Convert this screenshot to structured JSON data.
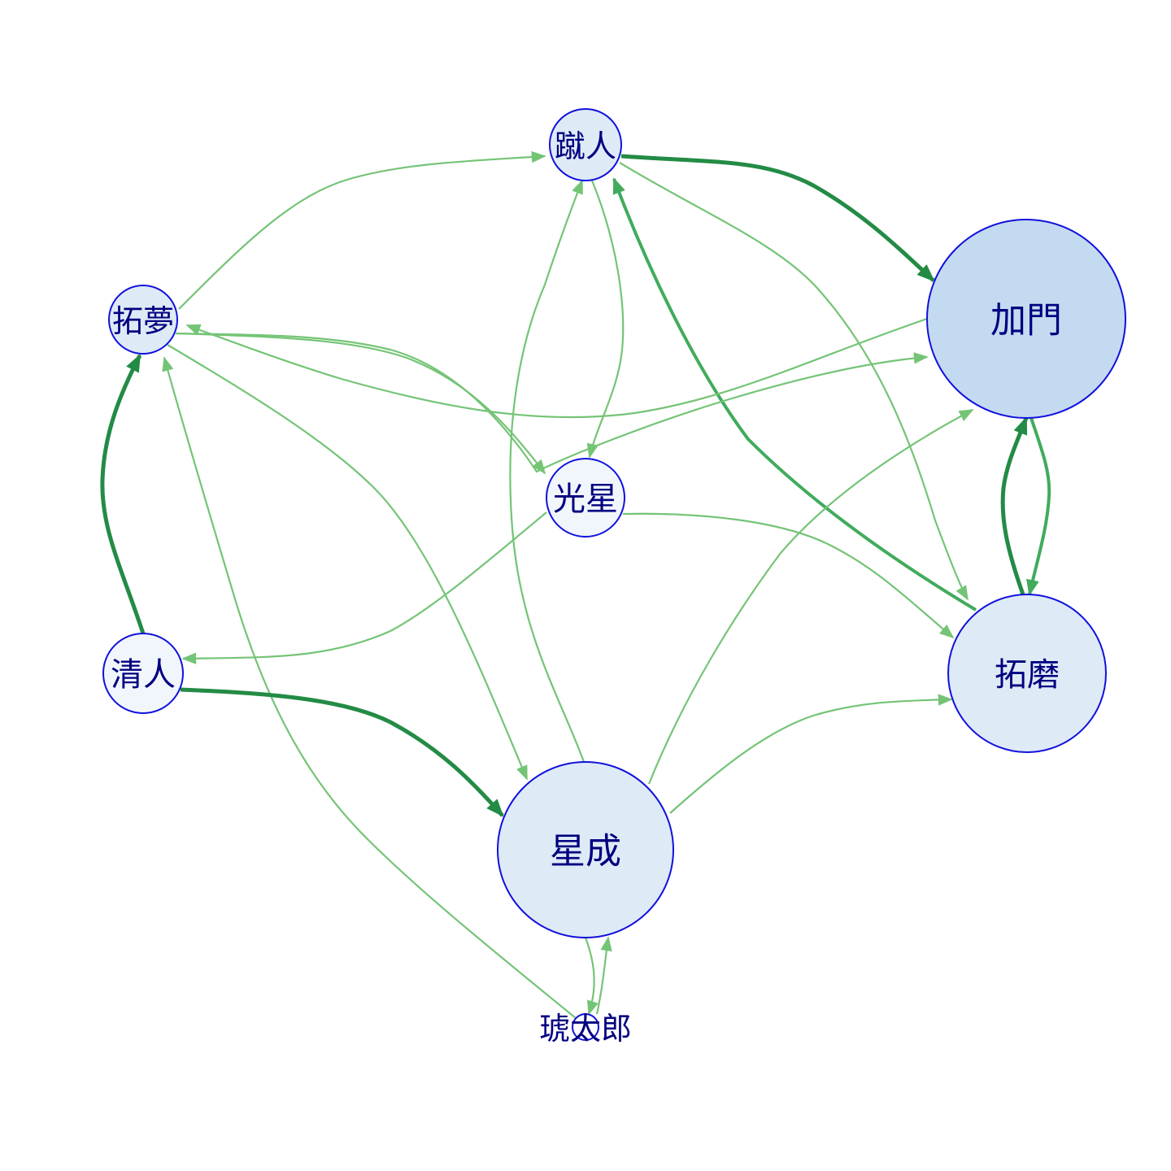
{
  "nodes": [
    {
      "id": "shuto",
      "label": "蹴人",
      "fill": "#deeaf6"
    },
    {
      "id": "kamon",
      "label": "加門",
      "fill": "#c4daf0"
    },
    {
      "id": "takumu",
      "label": "拓夢",
      "fill": "#deeaf6"
    },
    {
      "id": "kosei",
      "label": "光星",
      "fill": "#f1f6fc"
    },
    {
      "id": "kiyoto",
      "label": "清人",
      "fill": "#f1f6fc"
    },
    {
      "id": "takuma",
      "label": "拓磨",
      "fill": "#deeaf6"
    },
    {
      "id": "seinari",
      "label": "星成",
      "fill": "#deeaf6"
    },
    {
      "id": "kotaro",
      "label": "琥太郎",
      "fill": "#ffffff"
    }
  ],
  "edges": [
    {
      "from": "shuto",
      "to": "kamon",
      "weight": 3
    },
    {
      "from": "takumu",
      "to": "shuto",
      "weight": 1
    },
    {
      "from": "shuto",
      "to": "kosei",
      "weight": 1
    },
    {
      "from": "shuto",
      "to": "takuma",
      "weight": 1
    },
    {
      "from": "takuma",
      "to": "shuto",
      "weight": 2
    },
    {
      "from": "seinari",
      "to": "shuto",
      "weight": 1
    },
    {
      "from": "kamon",
      "to": "takumu",
      "weight": 1
    },
    {
      "from": "takumu",
      "to": "kamon",
      "weight": 1
    },
    {
      "from": "takumu",
      "to": "kosei",
      "weight": 1
    },
    {
      "from": "takumu",
      "to": "seinari",
      "weight": 1
    },
    {
      "from": "kiyoto",
      "to": "takumu",
      "weight": 3
    },
    {
      "from": "kotaro",
      "to": "takumu",
      "weight": 1
    },
    {
      "from": "kosei",
      "to": "kiyoto",
      "weight": 1
    },
    {
      "from": "kosei",
      "to": "takuma",
      "weight": 1
    },
    {
      "from": "kiyoto",
      "to": "seinari",
      "weight": 3
    },
    {
      "from": "takuma",
      "to": "kamon",
      "weight": 3
    },
    {
      "from": "kamon",
      "to": "takuma",
      "weight": 2
    },
    {
      "from": "seinari",
      "to": "kamon",
      "weight": 1
    },
    {
      "from": "seinari",
      "to": "takuma",
      "weight": 1
    },
    {
      "from": "seinari",
      "to": "kotaro",
      "weight": 1
    },
    {
      "from": "kotaro",
      "to": "seinari",
      "weight": 1
    }
  ],
  "colors": {
    "node_border": "#1111dd",
    "label": "#000080",
    "edge_weight_1": "#74c476",
    "edge_weight_2": "#41ab5d",
    "edge_weight_3": "#238b45"
  }
}
